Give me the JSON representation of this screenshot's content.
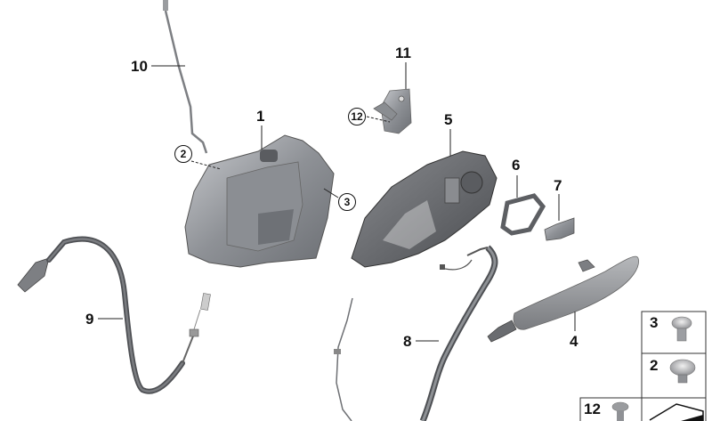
{
  "diagram": {
    "type": "exploded-parts-diagram",
    "subject": "Door handle and lock assembly",
    "callouts": [
      {
        "id": "1",
        "part": "door-lock-actuator",
        "style": "plain"
      },
      {
        "id": "2",
        "part": "screw-to-lock",
        "style": "circled"
      },
      {
        "id": "3",
        "part": "screw-to-lock",
        "style": "circled"
      },
      {
        "id": "4",
        "part": "exterior-door-handle",
        "style": "plain"
      },
      {
        "id": "5",
        "part": "handle-carrier-bracket",
        "style": "plain"
      },
      {
        "id": "6",
        "part": "handle-gasket",
        "style": "plain"
      },
      {
        "id": "7",
        "part": "lock-cylinder-cover-cap",
        "style": "plain"
      },
      {
        "id": "8",
        "part": "bowden-cable-outer-handle",
        "style": "plain"
      },
      {
        "id": "9",
        "part": "bowden-cable-inner",
        "style": "plain"
      },
      {
        "id": "10",
        "part": "lock-rod",
        "style": "plain"
      },
      {
        "id": "11",
        "part": "striker-plate",
        "style": "plain"
      },
      {
        "id": "12",
        "part": "screw-to-striker",
        "style": "circled"
      }
    ],
    "legend_boxes": [
      {
        "id": "3",
        "part": "screw"
      },
      {
        "id": "2",
        "part": "screw"
      },
      {
        "id": "12",
        "part": "screw"
      },
      {
        "id": "",
        "part": "catalog-symbol"
      }
    ]
  },
  "labels": {
    "l1": "1",
    "l2": "2",
    "l3": "3",
    "l4": "4",
    "l5": "5",
    "l6": "6",
    "l7": "7",
    "l8": "8",
    "l9": "9",
    "l10": "10",
    "l11": "11",
    "l12": "12",
    "box3": "3",
    "box2": "2",
    "box12": "12"
  }
}
